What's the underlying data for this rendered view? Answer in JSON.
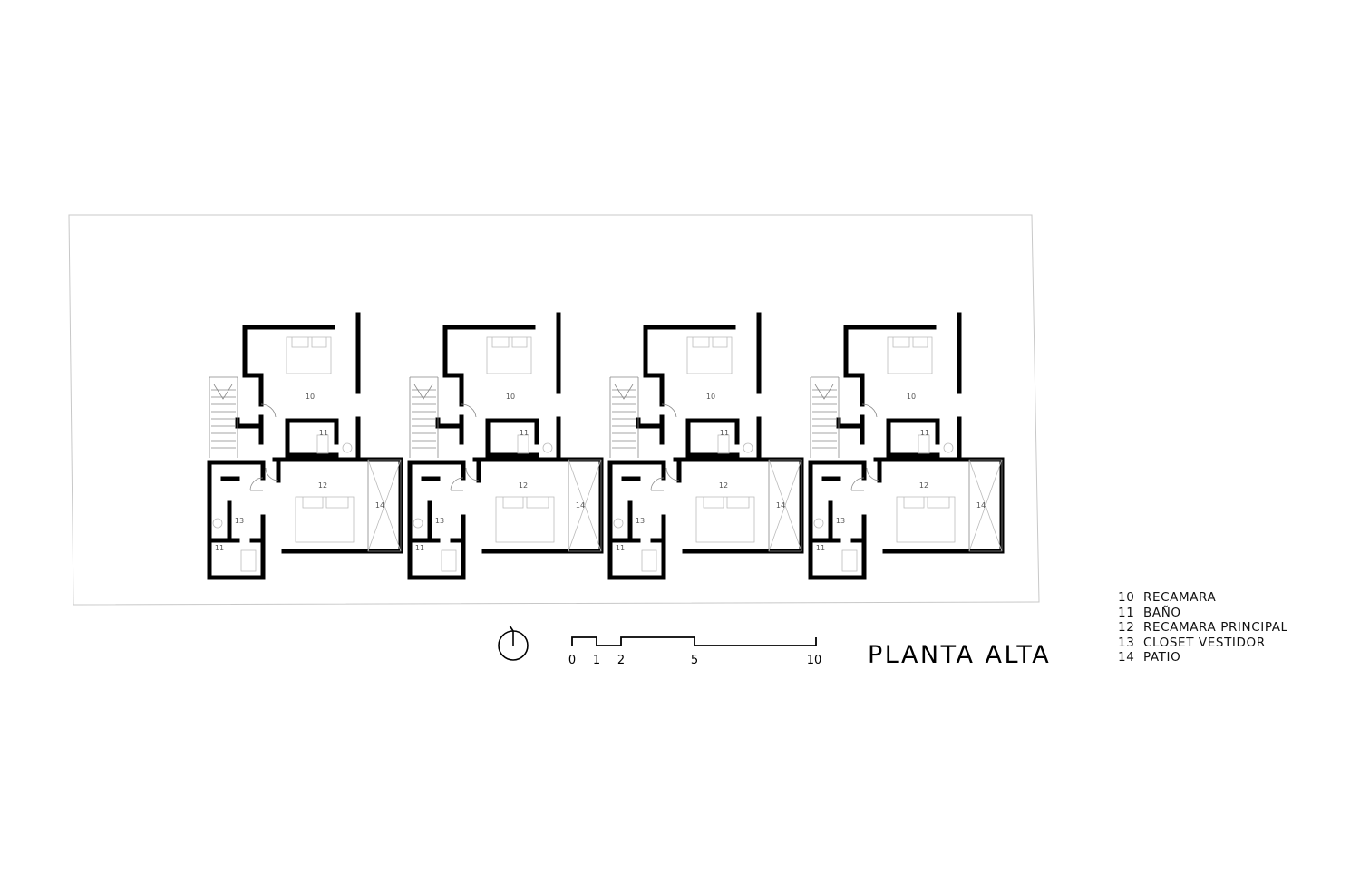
{
  "plan": {
    "room_labels": {
      "recamara": "10",
      "bano": "11",
      "recamara_principal": "12",
      "closet": "13",
      "patio": "14"
    },
    "unit_count": 4
  },
  "scale_bar": {
    "ticks": [
      "0",
      "1",
      "2",
      "5",
      "10"
    ]
  },
  "title": "PLANTA ALTA",
  "legend": [
    {
      "num": "10",
      "label": "RECAMARA"
    },
    {
      "num": "11",
      "label": "BAÑO"
    },
    {
      "num": "12",
      "label": "RECAMARA PRINCIPAL"
    },
    {
      "num": "13",
      "label": "CLOSET VESTIDOR"
    },
    {
      "num": "14",
      "label": "PATIO"
    }
  ],
  "colors": {
    "background": "#ffffff",
    "walls": "#000000",
    "site_outline": "#c8c8c8"
  }
}
